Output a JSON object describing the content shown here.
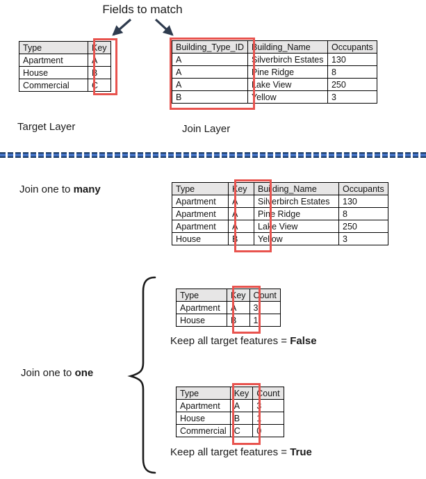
{
  "colors": {
    "highlight_red": "#E8534E",
    "arrow_navy": "#2E3B4E",
    "divider_blue": "#4472C4",
    "divider_dark_edge": "#17375E",
    "table_header_gray": "#E7E6E6"
  },
  "labels": {
    "fields_to_match": "Fields to match",
    "target_layer": "Target Layer",
    "join_layer": "Join Layer",
    "join_one_to_many": {
      "prefix": "Join one to ",
      "bold": "many"
    },
    "join_one_to_one": {
      "prefix": "Join one to ",
      "bold": "one"
    },
    "keep_false": {
      "prefix": "Keep all target features = ",
      "bold": "False"
    },
    "keep_true": {
      "prefix": "Keep all target features = ",
      "bold": "True"
    }
  },
  "tables": {
    "target": {
      "headers": [
        "Type",
        "Key"
      ],
      "rows": [
        [
          "Apartment",
          "A"
        ],
        [
          "House",
          "B"
        ],
        [
          "Commercial",
          "C"
        ]
      ],
      "highlighted_column": "Key"
    },
    "join": {
      "headers": [
        "Building_Type_ID",
        "Building_Name",
        "Occupants"
      ],
      "rows": [
        [
          "A",
          "Silverbirch Estates",
          "130"
        ],
        [
          "A",
          "Pine Ridge",
          "8"
        ],
        [
          "A",
          "Lake View",
          "250"
        ],
        [
          "B",
          "Yellow",
          "3"
        ]
      ],
      "highlighted_column": "Building_Type_ID"
    },
    "one_to_many": {
      "headers": [
        "Type",
        "Key",
        "Building_Name",
        "Occupants"
      ],
      "rows": [
        [
          "Apartment",
          "A",
          "Silverbirch Estates",
          "130"
        ],
        [
          "Apartment",
          "A",
          "Pine Ridge",
          "8"
        ],
        [
          "Apartment",
          "A",
          "Lake View",
          "250"
        ],
        [
          "House",
          "B",
          "Yellow",
          "3"
        ]
      ],
      "highlighted_column": "Key"
    },
    "one_to_one_false": {
      "headers": [
        "Type",
        "Key",
        "Count"
      ],
      "rows": [
        [
          "Apartment",
          "A",
          "3"
        ],
        [
          "House",
          "B",
          "1"
        ]
      ],
      "highlighted_column": "Key"
    },
    "one_to_one_true": {
      "headers": [
        "Type",
        "Key",
        "Count"
      ],
      "rows": [
        [
          "Apartment",
          "A",
          "3"
        ],
        [
          "House",
          "B",
          "1"
        ],
        [
          "Commercial",
          "C",
          "0"
        ]
      ],
      "highlighted_column": "Key"
    }
  }
}
